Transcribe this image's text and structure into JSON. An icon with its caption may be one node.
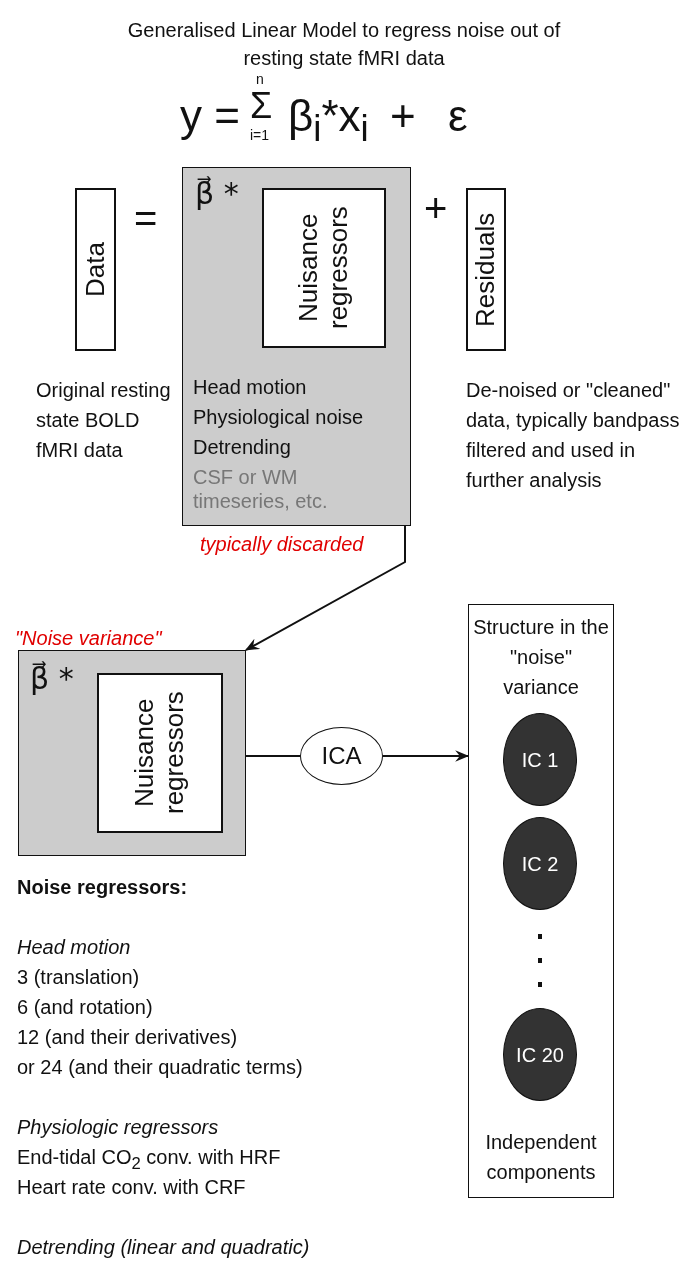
{
  "diagram": {
    "title": "Generalised Linear Model to regress noise out of resting state fMRI data",
    "nodes": [
      {
        "text": [
          "Data"
        ],
        "beside": [
          "Original resting state BOLD fMRI data"
        ]
      },
      {
        "text": [
          "β⃗ *",
          "Head motion",
          "Physiological noise",
          "Detrending",
          "CSF or WM timeseries, etc."
        ],
        "beside": [
          "typically discarded"
        ]
      },
      {
        "text": [
          "Nuisance regressors"
        ],
        "in": 1
      },
      {
        "text": [
          "Residuals"
        ],
        "beside": [
          "De-noised or \"cleaned\" data, typically bandpass filtered and used in further analysis"
        ]
      },
      {
        "text": [
          "\"Noise variance\"",
          "β⃗ *"
        ]
      },
      {
        "text": [
          "Nuisance regressors"
        ],
        "in": 4
      },
      {
        "text": [
          "ICA"
        ]
      },
      {
        "text": [
          "Structure in the \"noise\" variance",
          "Independent components"
        ]
      },
      {
        "text": [
          "IC 1"
        ],
        "in": 7
      },
      {
        "text": [
          "IC 2"
        ],
        "in": 7
      },
      {
        "text": [
          "IC 20"
        ],
        "in": 7
      }
    ],
    "edges": [
      {
        "from": 1,
        "to": 4,
        "arrow": "to"
      },
      {
        "from": 4,
        "to": 6,
        "arrow": "none"
      },
      {
        "from": 6,
        "to": 7,
        "arrow": "to"
      }
    ],
    "labels": [
      "y =",
      "n",
      "Σ",
      "i=1",
      "β$_{i}$*x$_{i}$",
      "+",
      "ε",
      "=",
      "+",
      "Noise regressors:",
      "Head motion",
      "3 (translation)",
      "6 (and rotation)",
      "12 (and their derivatives)",
      "or 24 (and their quadratic terms)",
      "Physiologic regressors",
      "End-tidal CO$_{2}$ conv. with HRF",
      "Heart rate conv. with CRF",
      "Detrending (linear and quadratic)"
    ]
  }
}
